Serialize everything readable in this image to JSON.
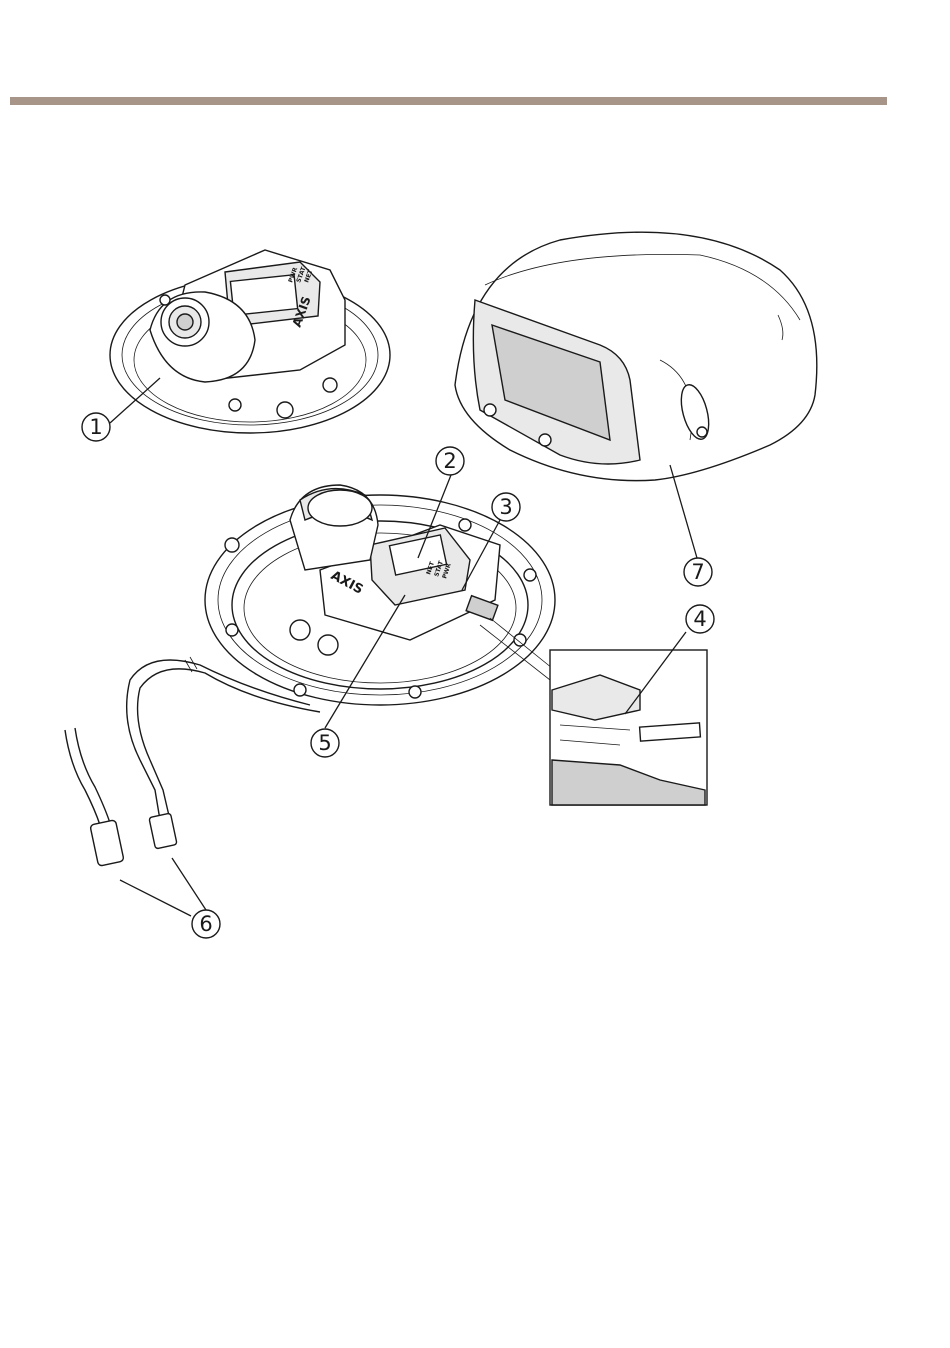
{
  "header": {
    "rule_color": "#a8958a"
  },
  "product_labels": {
    "brand": "AXIS",
    "port_labels": [
      "NET",
      "STAT",
      "PWR"
    ]
  },
  "callouts": [
    "1",
    "2",
    "3",
    "4",
    "5",
    "6",
    "7"
  ]
}
